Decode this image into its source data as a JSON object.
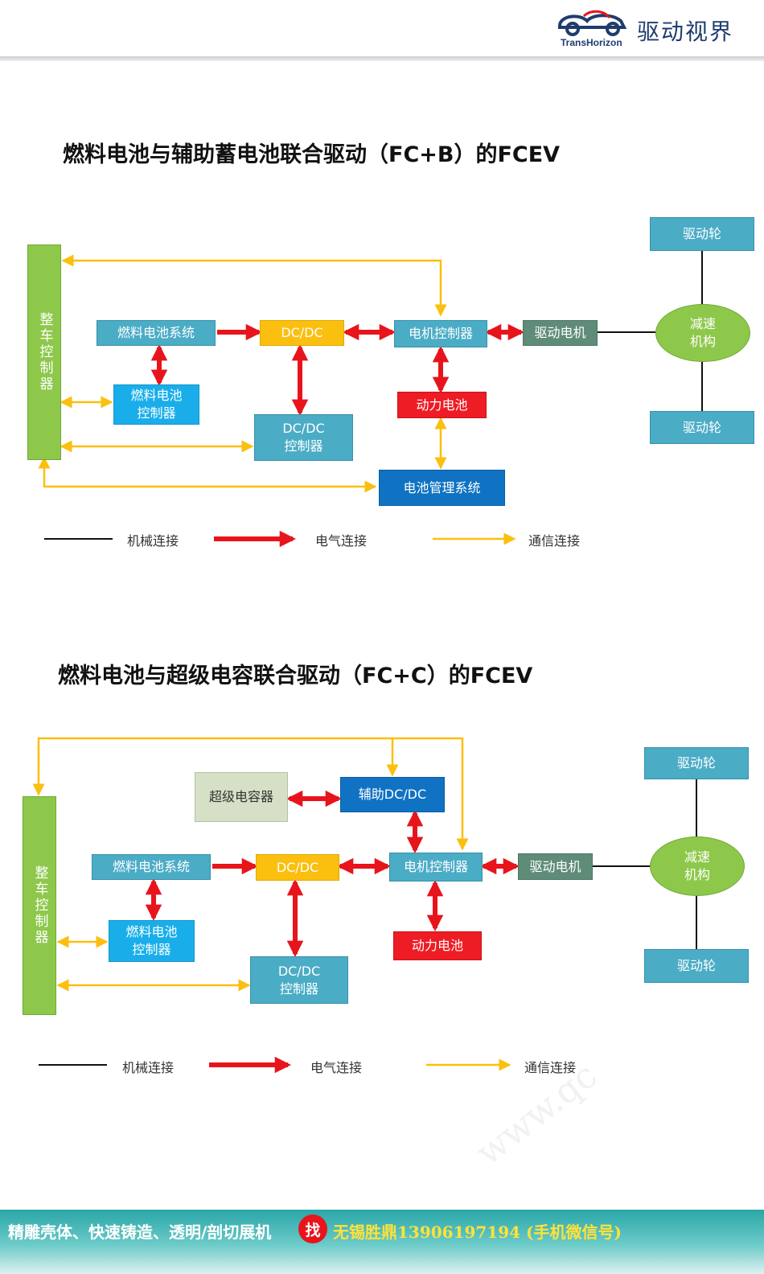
{
  "header": {
    "logo_en": "TransHorizon",
    "logo_cn": "驱动视界"
  },
  "diagram1": {
    "title": "燃料电池与辅助蓄电池联合驱动（FC+B）的FCEV",
    "vcu": "整车控制器",
    "fuel_cell_system": "燃料电池系统",
    "dcdc": "DC/DC",
    "motor_controller": "电机控制器",
    "drive_motor": "驱动电机",
    "reduction": "减速\n机构",
    "wheel_top": "驱动轮",
    "wheel_bottom": "驱动轮",
    "fc_controller": "燃料电池\n控制器",
    "dcdc_controller": "DC/DC\n控制器",
    "power_battery": "动力电池",
    "bms": "电池管理系统"
  },
  "diagram2": {
    "title": "燃料电池与超级电容联合驱动（FC+C）的FCEV",
    "vcu": "整车控制器",
    "supercap": "超级电容器",
    "aux_dcdc": "辅助DC/DC",
    "fuel_cell_system": "燃料电池系统",
    "dcdc": "DC/DC",
    "motor_controller": "电机控制器",
    "drive_motor": "驱动电机",
    "reduction": "减速\n机构",
    "wheel_top": "驱动轮",
    "wheel_bottom": "驱动轮",
    "fc_controller": "燃料电池\n控制器",
    "dcdc_controller": "DC/DC\n控制器",
    "power_battery": "动力电池"
  },
  "legend": {
    "mechanical": "机械连接",
    "electrical": "电气连接",
    "communication": "通信连接"
  },
  "colors": {
    "mechanical": "#111111",
    "electrical": "#e8141c",
    "communication": "#fbbf0f"
  },
  "footer": {
    "text": "精雕壳体、快速铸造、透明/剖切展机",
    "badge": "找",
    "contact": "无锡胜鼎13906197194 (手机微信号)"
  },
  "watermark": "www.qc"
}
